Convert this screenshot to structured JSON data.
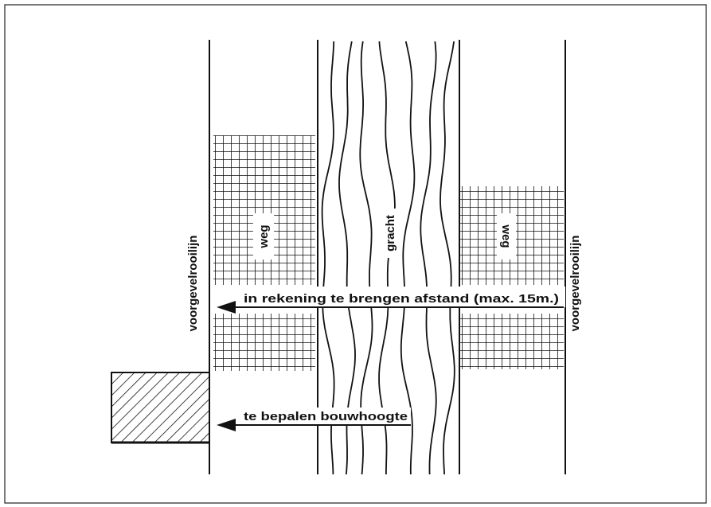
{
  "labels": {
    "building_line_left": "voorgevelrooilijn",
    "building_line_right": "voorgevelrooilijn",
    "road_left": "weg",
    "road_right": "weg",
    "canal": "gracht",
    "distance_arrow": "in rekening te brengen afstand (max. 15m.)",
    "height_arrow": "te bepalen bouwhoogte"
  }
}
